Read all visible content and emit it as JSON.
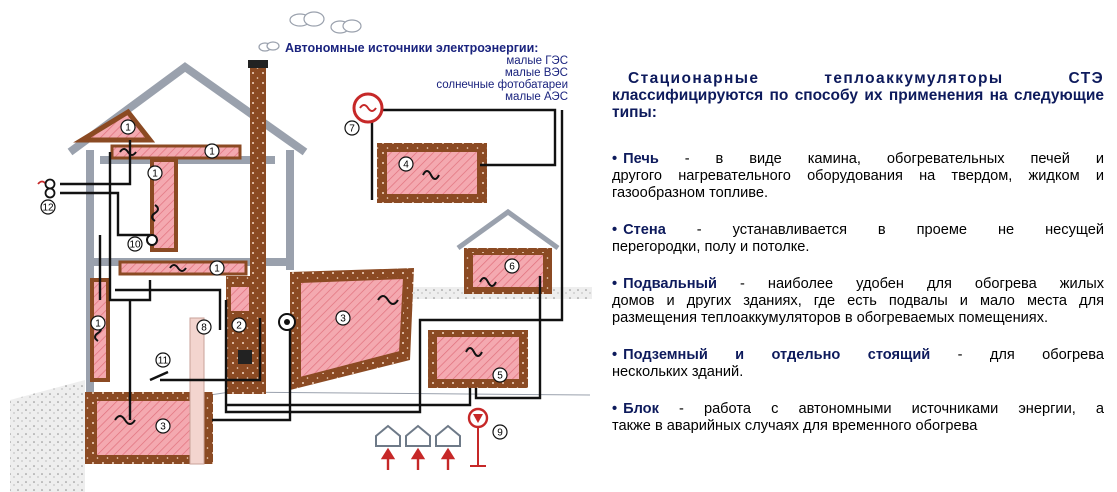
{
  "sources": {
    "title": "Автономные источники электроэнергии:",
    "items": [
      "малые ГЭС",
      "малые ВЭС",
      "солнечные фотобатареи",
      "малые АЭС"
    ]
  },
  "markers": [
    "1",
    "1",
    "1",
    "1",
    "2",
    "3",
    "3",
    "4",
    "5",
    "6",
    "7",
    "8",
    "9",
    "10",
    "11",
    "12",
    "1"
  ],
  "heading": {
    "line1": "Стационарные теплоаккумуляторы СТЭ",
    "line2": "классифицируются по способу их применения на следующие типы:"
  },
  "types": [
    {
      "term": "Печь",
      "line1": " - в виде камина, обогревательных печей и",
      "rest": "другого нагревательного оборудования на твердом, жидком и газообразном топливе."
    },
    {
      "term": "Стена",
      "line1": " - устанавливается в проеме не несущей",
      "rest": "перегородки, полу и потолке."
    },
    {
      "term": "Подвальный",
      "line1": " - наиболее удобен для обогрева жилых",
      "rest": "домов и других зданиях, где есть подвалы и мало места для размещения теплоаккумуляторов в обогреваемых помещениях."
    },
    {
      "term": "Подземный и отдельно стоящий",
      "line1": " - для обогрева",
      "rest": "нескольких зданий."
    },
    {
      "term": "Блок",
      "line1": " - работа с автономными источниками энергии, а",
      "rest": "также в аварийных случаях для временного обогрева"
    }
  ],
  "colors": {
    "accumulator": "#f2a0a8",
    "wall": "#9aa1ad",
    "chimney": "#8b4a23",
    "wire": "#111111",
    "heading": "#0d1a5c",
    "callout": "#1a237e"
  }
}
